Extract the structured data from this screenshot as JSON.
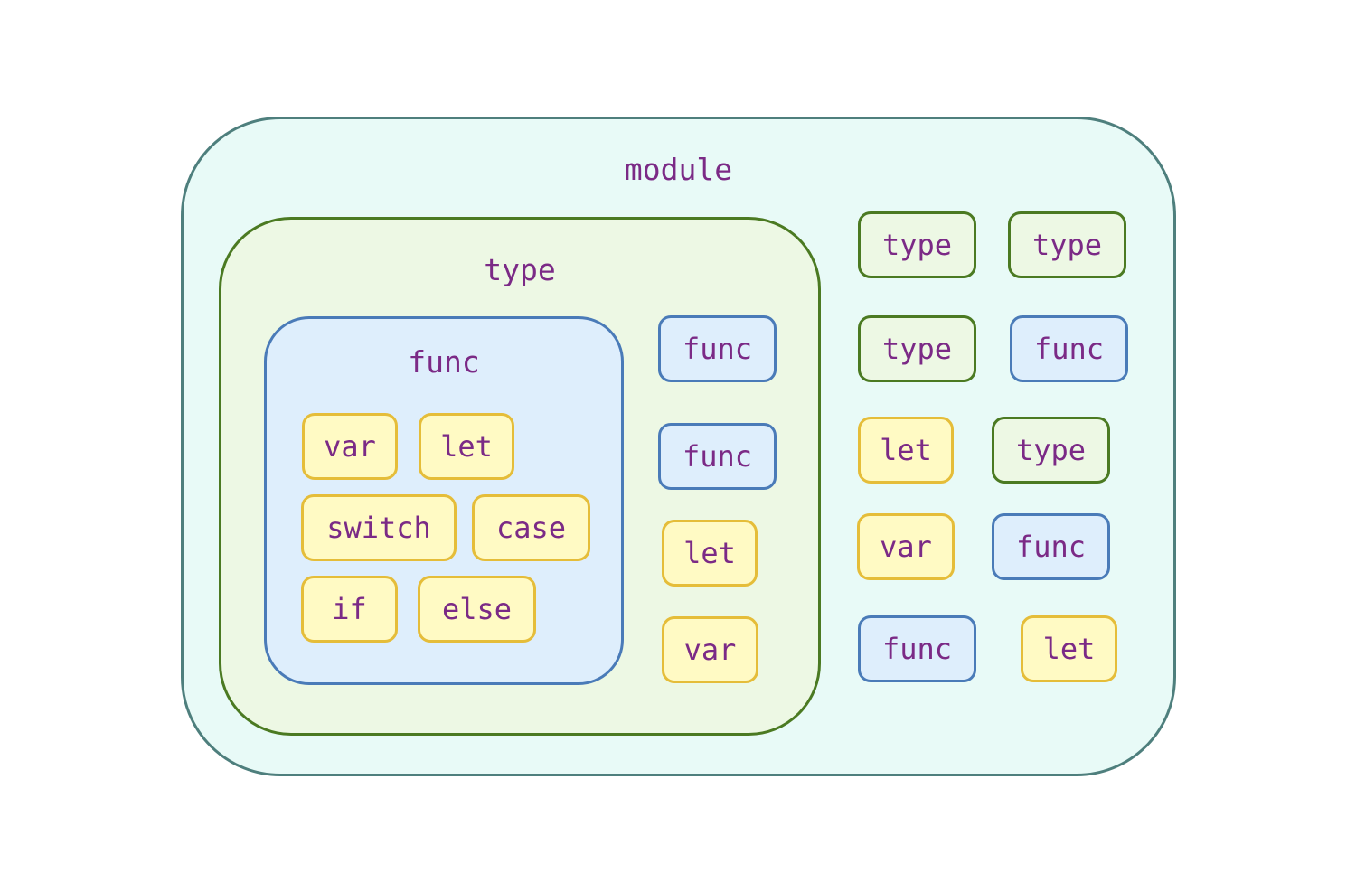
{
  "module": {
    "label": "module",
    "border_color": "#4e7f7d",
    "fill_color": "#e8faf7"
  },
  "type_container": {
    "label": "type",
    "border_color": "#4b7a22",
    "fill_color": "#edf8e4"
  },
  "func_container": {
    "label": "func",
    "border_color": "#4a7bb8",
    "fill_color": "#deeefc"
  },
  "keyword_color": "#e5bd39",
  "label_text_color": "#7b2a86",
  "func_children": [
    {
      "label": "var",
      "kind": "keyword"
    },
    {
      "label": "let",
      "kind": "keyword"
    },
    {
      "label": "switch",
      "kind": "keyword"
    },
    {
      "label": "case",
      "kind": "keyword"
    },
    {
      "label": "if",
      "kind": "keyword"
    },
    {
      "label": "else",
      "kind": "keyword"
    }
  ],
  "type_children": [
    {
      "label": "func",
      "kind": "func"
    },
    {
      "label": "func",
      "kind": "func"
    },
    {
      "label": "let",
      "kind": "keyword"
    },
    {
      "label": "var",
      "kind": "keyword"
    }
  ],
  "module_children": [
    {
      "label": "type",
      "kind": "type"
    },
    {
      "label": "type",
      "kind": "type"
    },
    {
      "label": "type",
      "kind": "type"
    },
    {
      "label": "func",
      "kind": "func"
    },
    {
      "label": "let",
      "kind": "keyword"
    },
    {
      "label": "type",
      "kind": "type"
    },
    {
      "label": "var",
      "kind": "keyword"
    },
    {
      "label": "func",
      "kind": "func"
    },
    {
      "label": "func",
      "kind": "func"
    },
    {
      "label": "let",
      "kind": "keyword"
    }
  ]
}
